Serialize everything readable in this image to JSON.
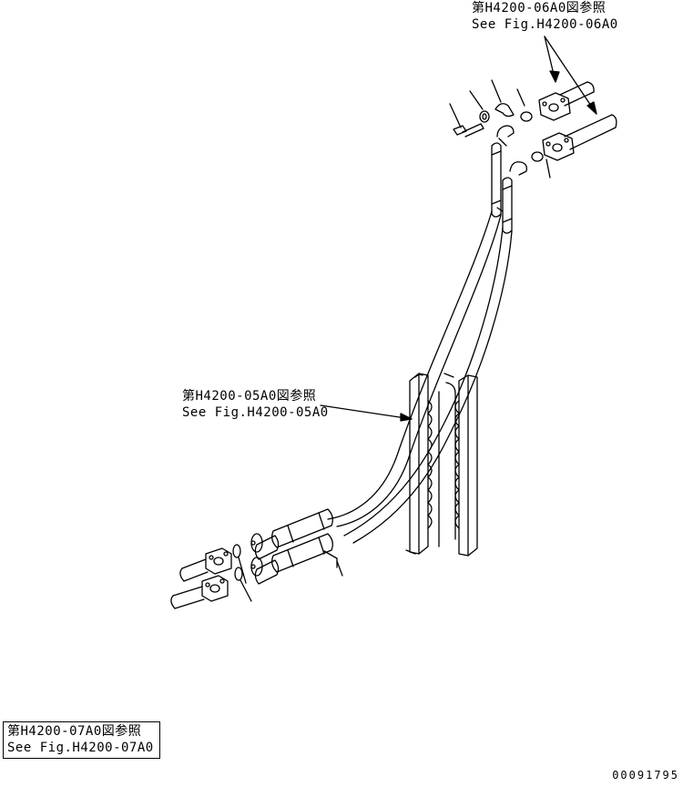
{
  "references": {
    "top": {
      "jp": "第H4200-06A0図参照",
      "en": "See Fig.H4200-06A0"
    },
    "middle": {
      "jp": "第H4200-05A0図参照",
      "en": "See Fig.H4200-05A0"
    },
    "bottom": {
      "jp": "第H4200-07A0図参照",
      "en": "See Fig.H4200-07A0"
    }
  },
  "drawing_number": "00091795"
}
